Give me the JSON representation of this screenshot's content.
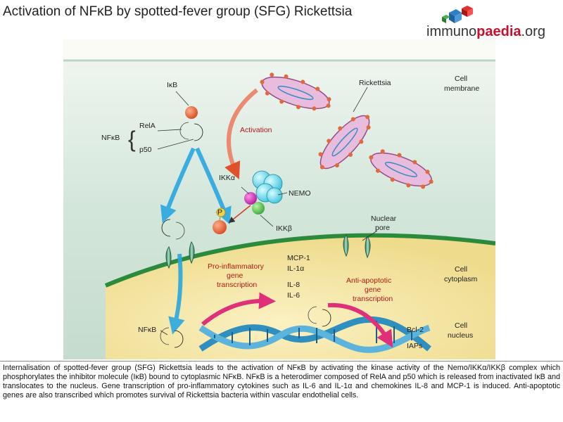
{
  "header": {
    "title": "Activation of  NFκB by spotted-fever group (SFG) Rickettsia",
    "logo": {
      "part1": "immuno",
      "part2": "paedia",
      "part3": ".org"
    }
  },
  "diagram": {
    "labels": {
      "ikb": "IκB",
      "nfkb": "NFκB",
      "rela": "RelA",
      "p50": "p50",
      "activation": "Activation",
      "rickettsia": "Rickettsia",
      "ikka": "IKKα",
      "nemo": "NEMO",
      "ikkb": "IKKβ",
      "p": "P",
      "nuclear_pore_1": "Nuclear",
      "nuclear_pore_2": "pore",
      "mcp1": "MCP-1",
      "il1a": "IL-1α",
      "il8": "IL-8",
      "il6": "IL-6",
      "proinf_1": "Pro-inflammatory",
      "proinf_2": "gene",
      "proinf_3": "transcription",
      "antiapop_1": "Anti-apoptotic",
      "antiapop_2": "gene",
      "antiapop_3": "transcription",
      "nfkb_nucleus": "NFκB",
      "bcl2": "Bcl-2",
      "iaps": "IAPs"
    },
    "compartments": {
      "membrane_1": "Cell",
      "membrane_2": "membrane",
      "cytoplasm_1": "Cell",
      "cytoplasm_2": "cytoplasm",
      "nucleus_1": "Cell",
      "nucleus_2": "nucleus"
    },
    "colors": {
      "cytoplasm": "#cfe3d8",
      "nucleus": "#f5e6a6",
      "rickettsia": "#e6b3d6",
      "arrow_blue": "#29a7e1",
      "arrow_red": "#e0307a",
      "text_red": "#b01818",
      "dna": "#2f8fbf"
    }
  },
  "caption": "Internalisation of spotted-fever group (SFG) Rickettsia leads to the activation of NFκB by activating the kinase activity of the Nemo/IKKα/IKKβ complex which phosphorylates the inhibitor molecule (IκB) bound to cytoplasmic NFκB. NFκB is a heterodimer composed of RelA and p50 which is released from inactivated IκB and translocates to the nucleus. Gene transcription of pro-inflammatory cytokines such as IL-6 and IL-1α and chemokines IL-8 and MCP-1 is induced. Anti-apoptotic genes are also transcribed which promotes survival of Rickettsia bacteria within vascular endothelial cells."
}
